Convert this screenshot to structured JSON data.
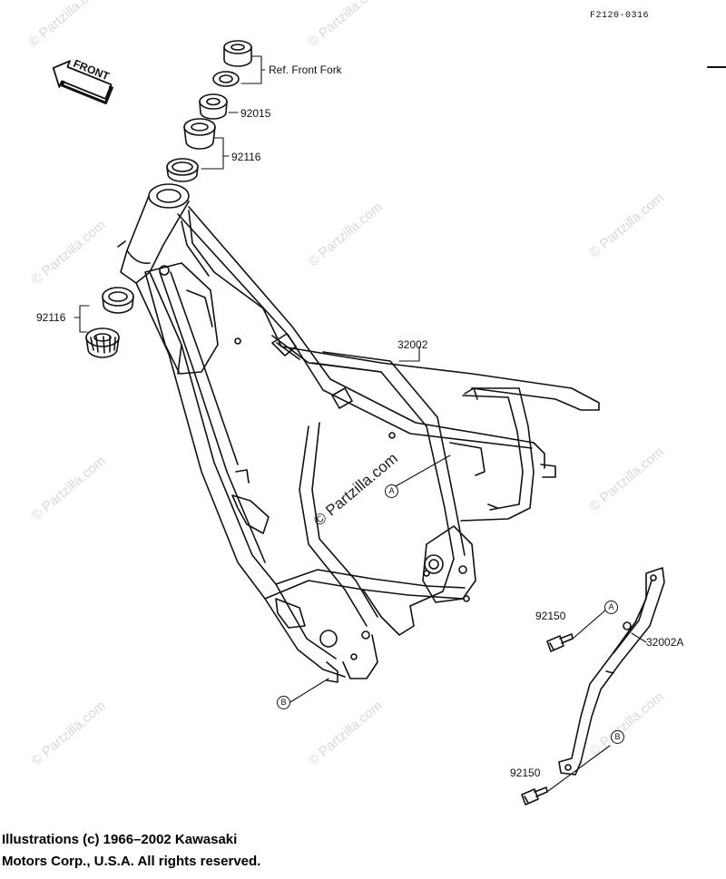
{
  "diagram_code": "F2120-0316",
  "front_badge": "FRONT",
  "callouts": {
    "ref_front_fork": "Ref. Front Fork",
    "p92015": "92015",
    "p92116_top": "92116",
    "p92116_left": "92116",
    "p32002": "32002",
    "p32002A": "32002A",
    "p92150_top": "92150",
    "p92150_bottom": "92150"
  },
  "reference_marks": {
    "a_main": "A",
    "a_bracket": "A",
    "b_main": "B",
    "b_bracket": "B"
  },
  "watermark": "© Partzilla.com",
  "copyright": {
    "line1": "Illustrations (c) 1966–2002 Kawasaki",
    "line2": "Motors Corp., U.S.A.  All rights reserved."
  }
}
